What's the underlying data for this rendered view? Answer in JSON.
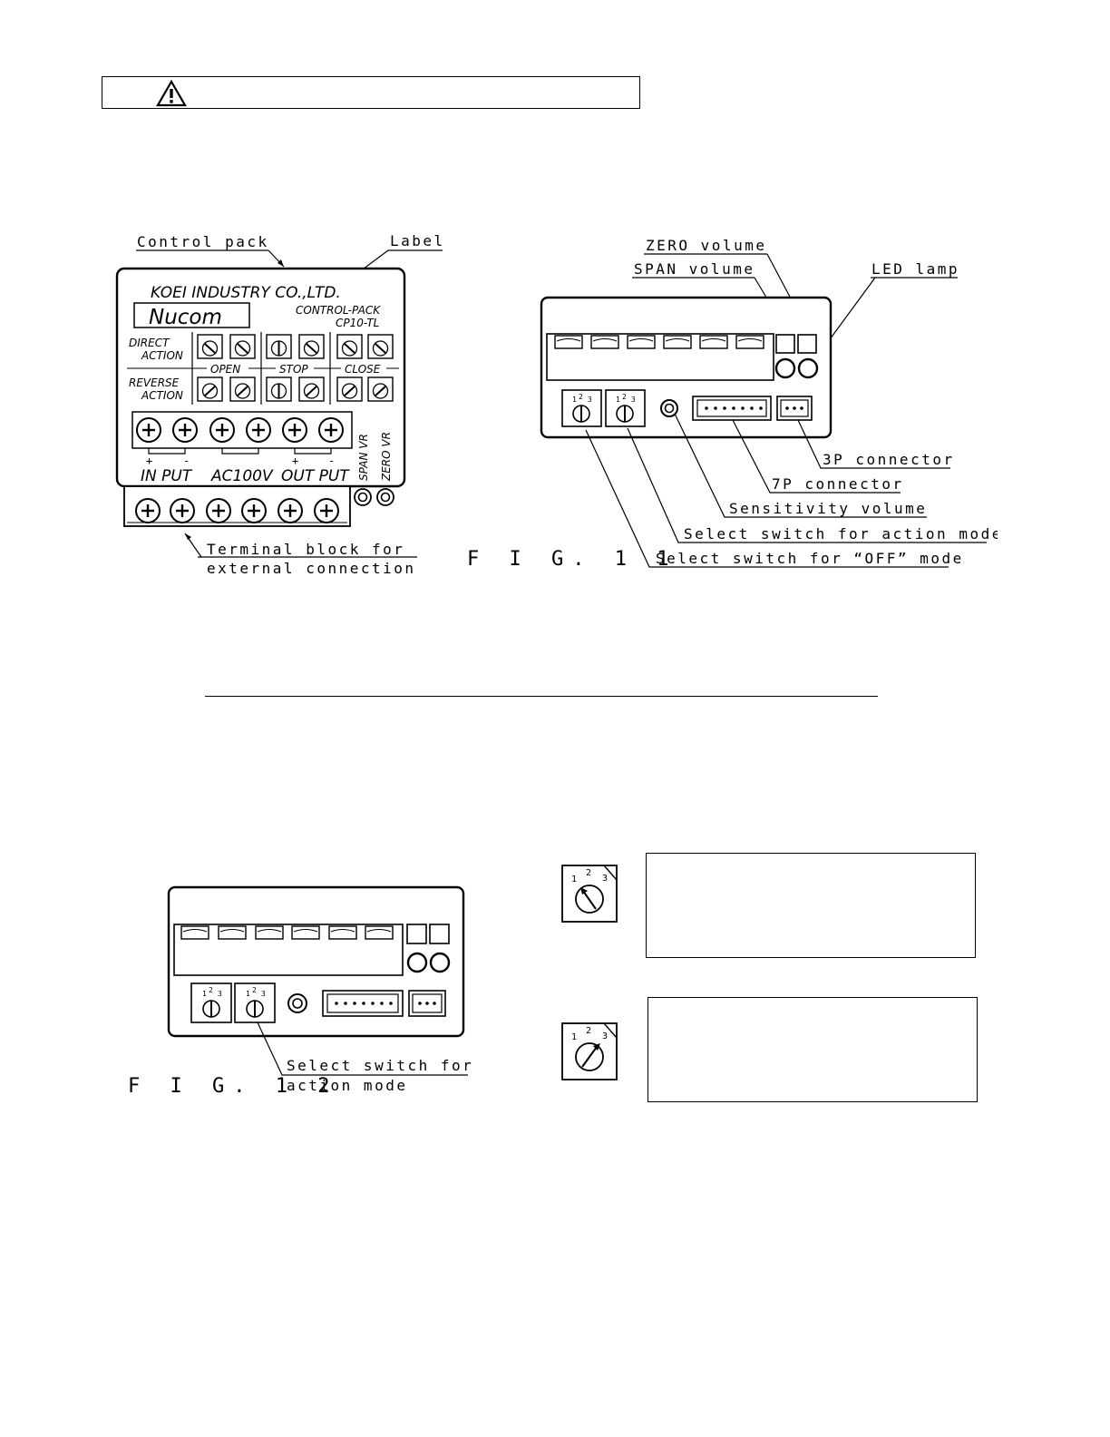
{
  "fig11": {
    "control_pack_label": "Control pack",
    "label_label": "Label",
    "pack_text": {
      "company": "KOEI INDUSTRY CO.,LTD.",
      "brand": "Nucom",
      "model_line1": "CONTROL-PACK",
      "model_line2": "CP10-TL",
      "direct_action_1": "DIRECT",
      "direct_action_2": "ACTION",
      "reverse_action_1": "REVERSE",
      "reverse_action_2": "ACTION",
      "open": "OPEN",
      "stop": "STOP",
      "close": "CLOSE",
      "input": "IN PUT",
      "ac100v": "AC100V",
      "output": "OUT PUT",
      "span_vr": "SPAN VR",
      "zero_vr": "ZERO VR",
      "plus": "+",
      "minus": "-"
    },
    "terminal_label_1": "Terminal block for",
    "terminal_label_2": "external connection",
    "zero_volume": "ZERO volume",
    "span_volume": "SPAN volume",
    "led_lamp": "LED lamp",
    "p3_connector": "3P connector",
    "p7_connector": "7P connector",
    "sensitivity_volume": "Sensitivity volume",
    "select_action_mode": "Select switch for action mode",
    "select_off_mode": "Select switch for “OFF” mode",
    "fig_label": "F I G. 1 1"
  },
  "fig12": {
    "select_label_1": "Select switch for",
    "select_label_2": "action mode",
    "fig_label": "F I G. 1 2"
  },
  "dial_digits": {
    "d1": "1",
    "d2": "2",
    "d3": "3"
  }
}
